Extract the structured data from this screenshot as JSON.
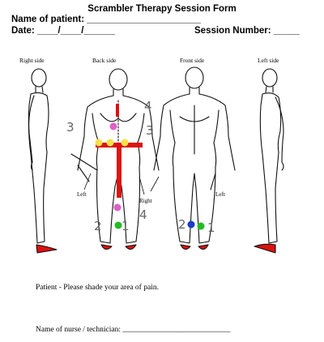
{
  "form": {
    "title": "Scrambler Therapy Session Form",
    "name_line": "Name of patient: ______________________",
    "date_line": "Date: ____/____/______",
    "session_line": "Session Number: _____"
  },
  "views": {
    "right_side": "Right side",
    "back_side": "Back side",
    "front_side": "Front side",
    "left_side": "Left side"
  },
  "annotations": {
    "left_back": "Left",
    "right_back": "Right",
    "left_front": "Left",
    "hand_3a": "3",
    "hand_4a": "4",
    "hand_3b": "3",
    "hand_4b": "4",
    "hand_2a": "2",
    "hand_1a": "1",
    "hand_2b": "2",
    "hand_1b": "1"
  },
  "instructions": {
    "shade_pain": "Patient - Please shade your area of pain.",
    "nurse_line": "Name of nurse / technician: ____________________________"
  },
  "colors": {
    "pain_red": "#dd1111",
    "marker_pink": "#e060c8",
    "marker_yellow": "#f4e24a",
    "marker_green": "#22bb22",
    "marker_blue": "#1a3ccc"
  }
}
